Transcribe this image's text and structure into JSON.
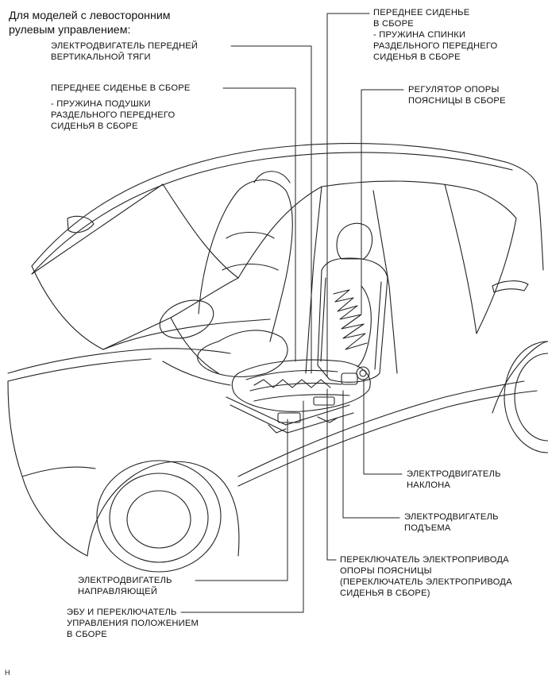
{
  "heading": [
    "Для моделей с левосторонним",
    "рулевым управлением:"
  ],
  "labels": {
    "front_seat_back_spring": [
      "ПЕРЕДНЕЕ СИДЕНЬЕ",
      "В СБОРЕ",
      "- ПРУЖИНА СПИНКИ",
      "РАЗДЕЛЬНОГО ПЕРЕДНЕГО",
      "СИДЕНЬЯ В СБОРЕ"
    ],
    "vertical_motor": [
      "ЭЛЕКТРОДВИГАТЕЛЬ ПЕРЕДНЕЙ",
      "ВЕРТИКАЛЬНОЙ ТЯГИ"
    ],
    "front_seat_cushion_title": "ПЕРЕДНЕЕ СИДЕНЬЕ В СБОРЕ",
    "front_seat_cushion_spring": [
      "- ПРУЖИНА ПОДУШКИ",
      "РАЗДЕЛЬНОГО ПЕРЕДНЕГО",
      "СИДЕНЬЯ В СБОРЕ"
    ],
    "lumbar_adjuster": [
      "РЕГУЛЯТОР ОПОРЫ",
      "ПОЯСНИЦЫ В СБОРЕ"
    ],
    "recline_motor": [
      "ЭЛЕКТРОДВИГАТЕЛЬ",
      "НАКЛОНА"
    ],
    "lifter_motor": [
      "ЭЛЕКТРОДВИГАТЕЛЬ",
      "ПОДЪЕМА"
    ],
    "lumbar_switch": [
      "ПЕРЕКЛЮЧАТЕЛЬ ЭЛЕКТРОПРИВОДА",
      "ОПОРЫ ПОЯСНИЦЫ",
      "(ПЕРЕКЛЮЧАТЕЛЬ ЭЛЕКТРОПРИВОДА",
      "СИДЕНЬЯ В СБОРЕ)"
    ],
    "slide_motor": [
      "ЭЛЕКТРОДВИГАТЕЛЬ",
      "НАПРАВЛЯЮЩЕЙ"
    ],
    "ecu_switch": [
      "ЭБУ И ПЕРЕКЛЮЧАТЕЛЬ",
      "УПРАВЛЕНИЯ ПОЛОЖЕНИЕМ",
      "В СБОРЕ"
    ]
  },
  "footer": "H"
}
